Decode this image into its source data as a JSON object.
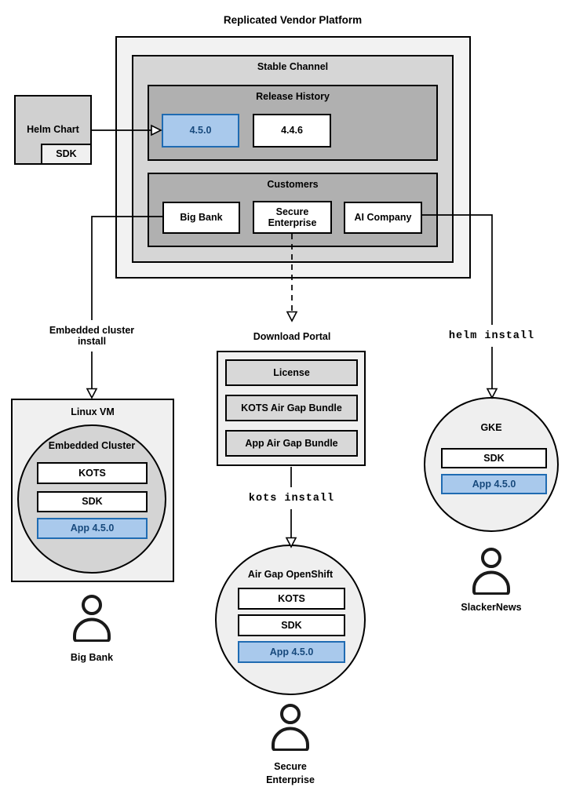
{
  "title": "Replicated Vendor Platform",
  "platform": {
    "stable_channel_label": "Stable Channel",
    "release_history": {
      "label": "Release History",
      "releases": [
        {
          "version": "4.5.0",
          "highlighted": true
        },
        {
          "version": "4.4.6",
          "highlighted": false
        }
      ]
    },
    "customers": {
      "label": "Customers",
      "items": [
        "Big Bank",
        "Secure Enterprise",
        "AI Company"
      ]
    }
  },
  "helm_chart": {
    "label": "Helm Chart",
    "sdk_label": "SDK"
  },
  "connectors": {
    "embedded_install_label": "Embedded cluster install",
    "helm_install_label": "helm install",
    "kots_install_label": "kots install"
  },
  "download_portal": {
    "title": "Download Portal",
    "items": [
      "License",
      "KOTS Air Gap Bundle",
      "App Air Gap Bundle"
    ]
  },
  "linux_vm": {
    "label": "Linux VM",
    "cluster": {
      "label": "Embedded Cluster",
      "components": [
        "KOTS",
        "SDK",
        "App 4.5.0"
      ]
    }
  },
  "openshift": {
    "label": "Air Gap OpenShift",
    "components": [
      "KOTS",
      "SDK",
      "App 4.5.0"
    ]
  },
  "gke": {
    "label": "GKE",
    "components": [
      "SDK",
      "App 4.5.0"
    ]
  },
  "users": {
    "big_bank": "Big Bank",
    "secure_enterprise": "Secure Enterprise",
    "slackernews": "SlackerNews"
  },
  "colors": {
    "highlight_fill": "#A9C9EC",
    "highlight_border": "#1F6BB2",
    "highlight_text": "#17497C"
  }
}
